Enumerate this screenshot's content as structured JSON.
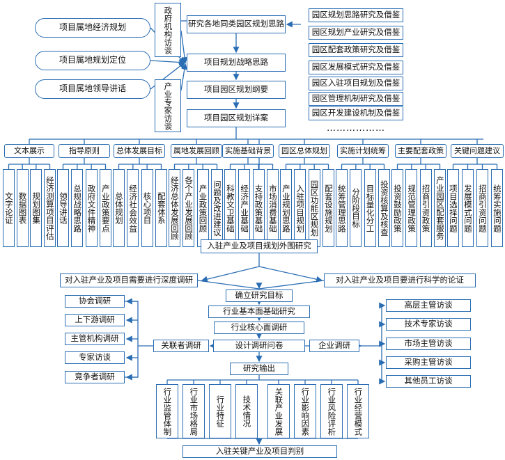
{
  "left_inputs": [
    "项目属地经济规划",
    "项目属地规划定位",
    "项目属地领导讲话"
  ],
  "interviews": [
    "政府机构访谈",
    "产业专家访谈"
  ],
  "main_flow": [
    "研究各地同类园区规划思路",
    "项目规划战略思路",
    "项目园区规划纲要",
    "项目园区规划详案"
  ],
  "case_studies": [
    "园区规划思路研究及借鉴",
    "园区规划产业研究及借鉴",
    "园区配套政策研究及借鉴",
    "园区发展模式研究及借鉴",
    "园区入驻项目规划及借鉴",
    "园区管理机制研究及借鉴",
    "园区开发建设机制及借鉴",
    "………………"
  ],
  "categories": [
    {
      "title": "文本展示",
      "items": [
        "文字论证",
        "数据图表",
        "规划图集",
        "经济测算项目评估"
      ]
    },
    {
      "title": "指导原则",
      "items": [
        "领导讲话",
        "总规战略思路",
        "政府文件精神",
        "产业政策要点"
      ]
    },
    {
      "title": "总体发展目标",
      "items": [
        "总体规划",
        "经济社会效益",
        "核心项目",
        "配套体系"
      ]
    },
    {
      "title": "属地发展回顾",
      "items": [
        "经济总体发展回顾",
        "各个产业发展回顾",
        "产业政策回顾",
        "问题及改进建议"
      ]
    },
    {
      "title": "实施基础背景",
      "items": [
        "科教文卫基础",
        "经济产业基础",
        "支持政策基础",
        "市场消费基础"
      ]
    },
    {
      "title": "园区总体规划",
      "items": [
        "产业规划思路",
        "入驻项目规划",
        "园区功能区规划",
        "配套设施规划"
      ]
    },
    {
      "title": "实施计划统筹",
      "items": [
        "统筹管理思路",
        "分阶段目标",
        "目标量化分工",
        "投资核算及核查"
      ]
    },
    {
      "title": "主要配套政策",
      "items": [
        "投资鼓励政策",
        "规范管理政策",
        "招商引资政策",
        "产业园区配套服务"
      ]
    },
    {
      "title": "关键问题建议",
      "items": [
        "项目选择问题",
        "发展模式问题",
        "招商引资问题",
        "统筹实施问题"
      ]
    }
  ],
  "research": {
    "periphery": "入驻产业及项目规划外围研究",
    "deep": "对入驻产业及项目需要进行深度调研",
    "demonstrate": "对入驻产业及项目要进行科学的论证",
    "steps": [
      "确立研究目标",
      "行业基本面基础研究",
      "行业核心面调研",
      "设计调研问卷",
      "研究输出"
    ],
    "related": "关联者调研",
    "enterprise": "企业调研",
    "left_surveys": [
      "协会调研",
      "上下游调研",
      "主管机构调研",
      "专家访谈",
      "竞争者调研"
    ],
    "right_surveys": [
      "高层主管访谈",
      "技术专家访谈",
      "市场主管访谈",
      "采购主管访谈",
      "其他员工访谈"
    ],
    "outputs": [
      "行业监管体制",
      "行业市场格局",
      "行业特征",
      "技术情况",
      "关联产业发展",
      "行业影响因素",
      "行业风险评析",
      "行业经营模式"
    ],
    "final": "入驻关键产业及项目判别"
  }
}
